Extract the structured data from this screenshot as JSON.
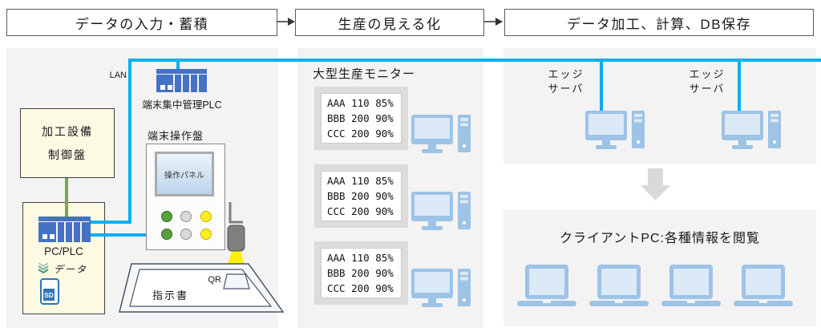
{
  "headers": {
    "step1": "データの入力・蓄積",
    "step2": "生産の見える化",
    "step3": "データ加工、計算、DB保存"
  },
  "left_panel": {
    "lan_label": "LAN",
    "central_plc_label": "端末集中管理PLC",
    "terminal_panel_label": "端末操作盤",
    "machine_box_line1": "加工設備",
    "machine_box_line2": "制御盤",
    "pc_plc_label": "PC/PLC",
    "data_label": "データ",
    "sd_label": "SD",
    "screen_label": "操作パネル",
    "qr_label": "QR",
    "sheet_label": "指示書"
  },
  "middle_panel": {
    "title": "大型生産モニター",
    "monitor_lines": [
      "AAA 110 85%",
      "BBB 200 90%",
      "CCC 200 90%"
    ]
  },
  "right_panel": {
    "edge_server_line1": "エッジ",
    "edge_server_line2": "サーバ",
    "client_title": "クライアントPC:各種情報を閲覧"
  },
  "colors": {
    "lan_line": "#00B0F0",
    "plc_blue": "#4472C4",
    "device_blue": "#9DC3E6",
    "device_screen": "#DCE9F6",
    "accent_green": "#70AD47",
    "beam_yellow": "#FFF100"
  }
}
